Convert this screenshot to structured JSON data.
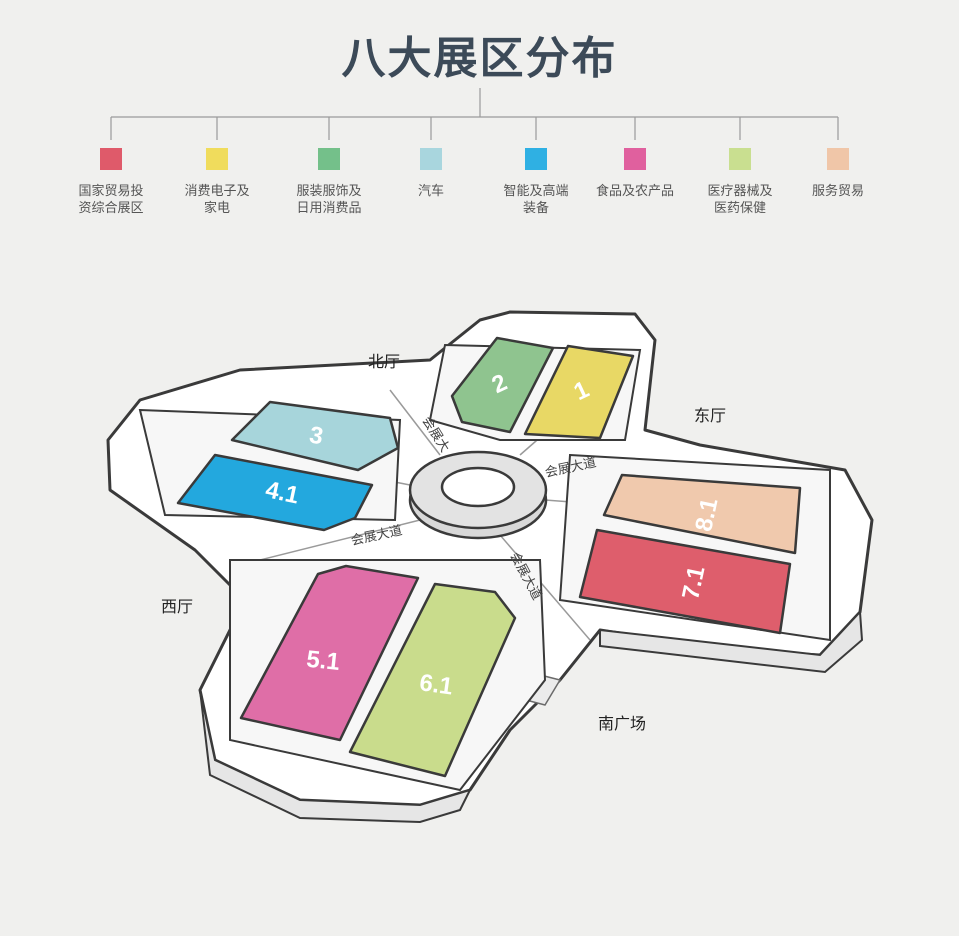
{
  "title": "八大展区分布",
  "legend": [
    {
      "label": "国家贸易投\n资综合展区",
      "color": "#df5a6a"
    },
    {
      "label": "消费电子及\n家电",
      "color": "#f0dc5c"
    },
    {
      "label": "服装服饰及\n日用消费品",
      "color": "#74c08a"
    },
    {
      "label": "汽车",
      "color": "#a9d6de"
    },
    {
      "label": "智能及高端\n装备",
      "color": "#2fb0e3"
    },
    {
      "label": "食品及农产品",
      "color": "#e0609e"
    },
    {
      "label": "医疗器械及\n医药保健",
      "color": "#c9df90"
    },
    {
      "label": "服务贸易",
      "color": "#f0c6a8"
    }
  ],
  "halls": [
    {
      "id": "2",
      "color": "#8fc48f"
    },
    {
      "id": "1",
      "color": "#e8d865"
    },
    {
      "id": "3",
      "color": "#a7d5db"
    },
    {
      "id": "4.1",
      "color": "#23a8de"
    },
    {
      "id": "8.1",
      "color": "#f0c9ad"
    },
    {
      "id": "7.1",
      "color": "#de5e6c"
    },
    {
      "id": "5.1",
      "color": "#df6ea7"
    },
    {
      "id": "6.1",
      "color": "#c9dc8c"
    }
  ],
  "avenue_label": "会展大道",
  "avenue_label_short": "会展大",
  "places": {
    "north": "北厅",
    "east": "东厅",
    "west": "西厅",
    "south": "南广场"
  }
}
